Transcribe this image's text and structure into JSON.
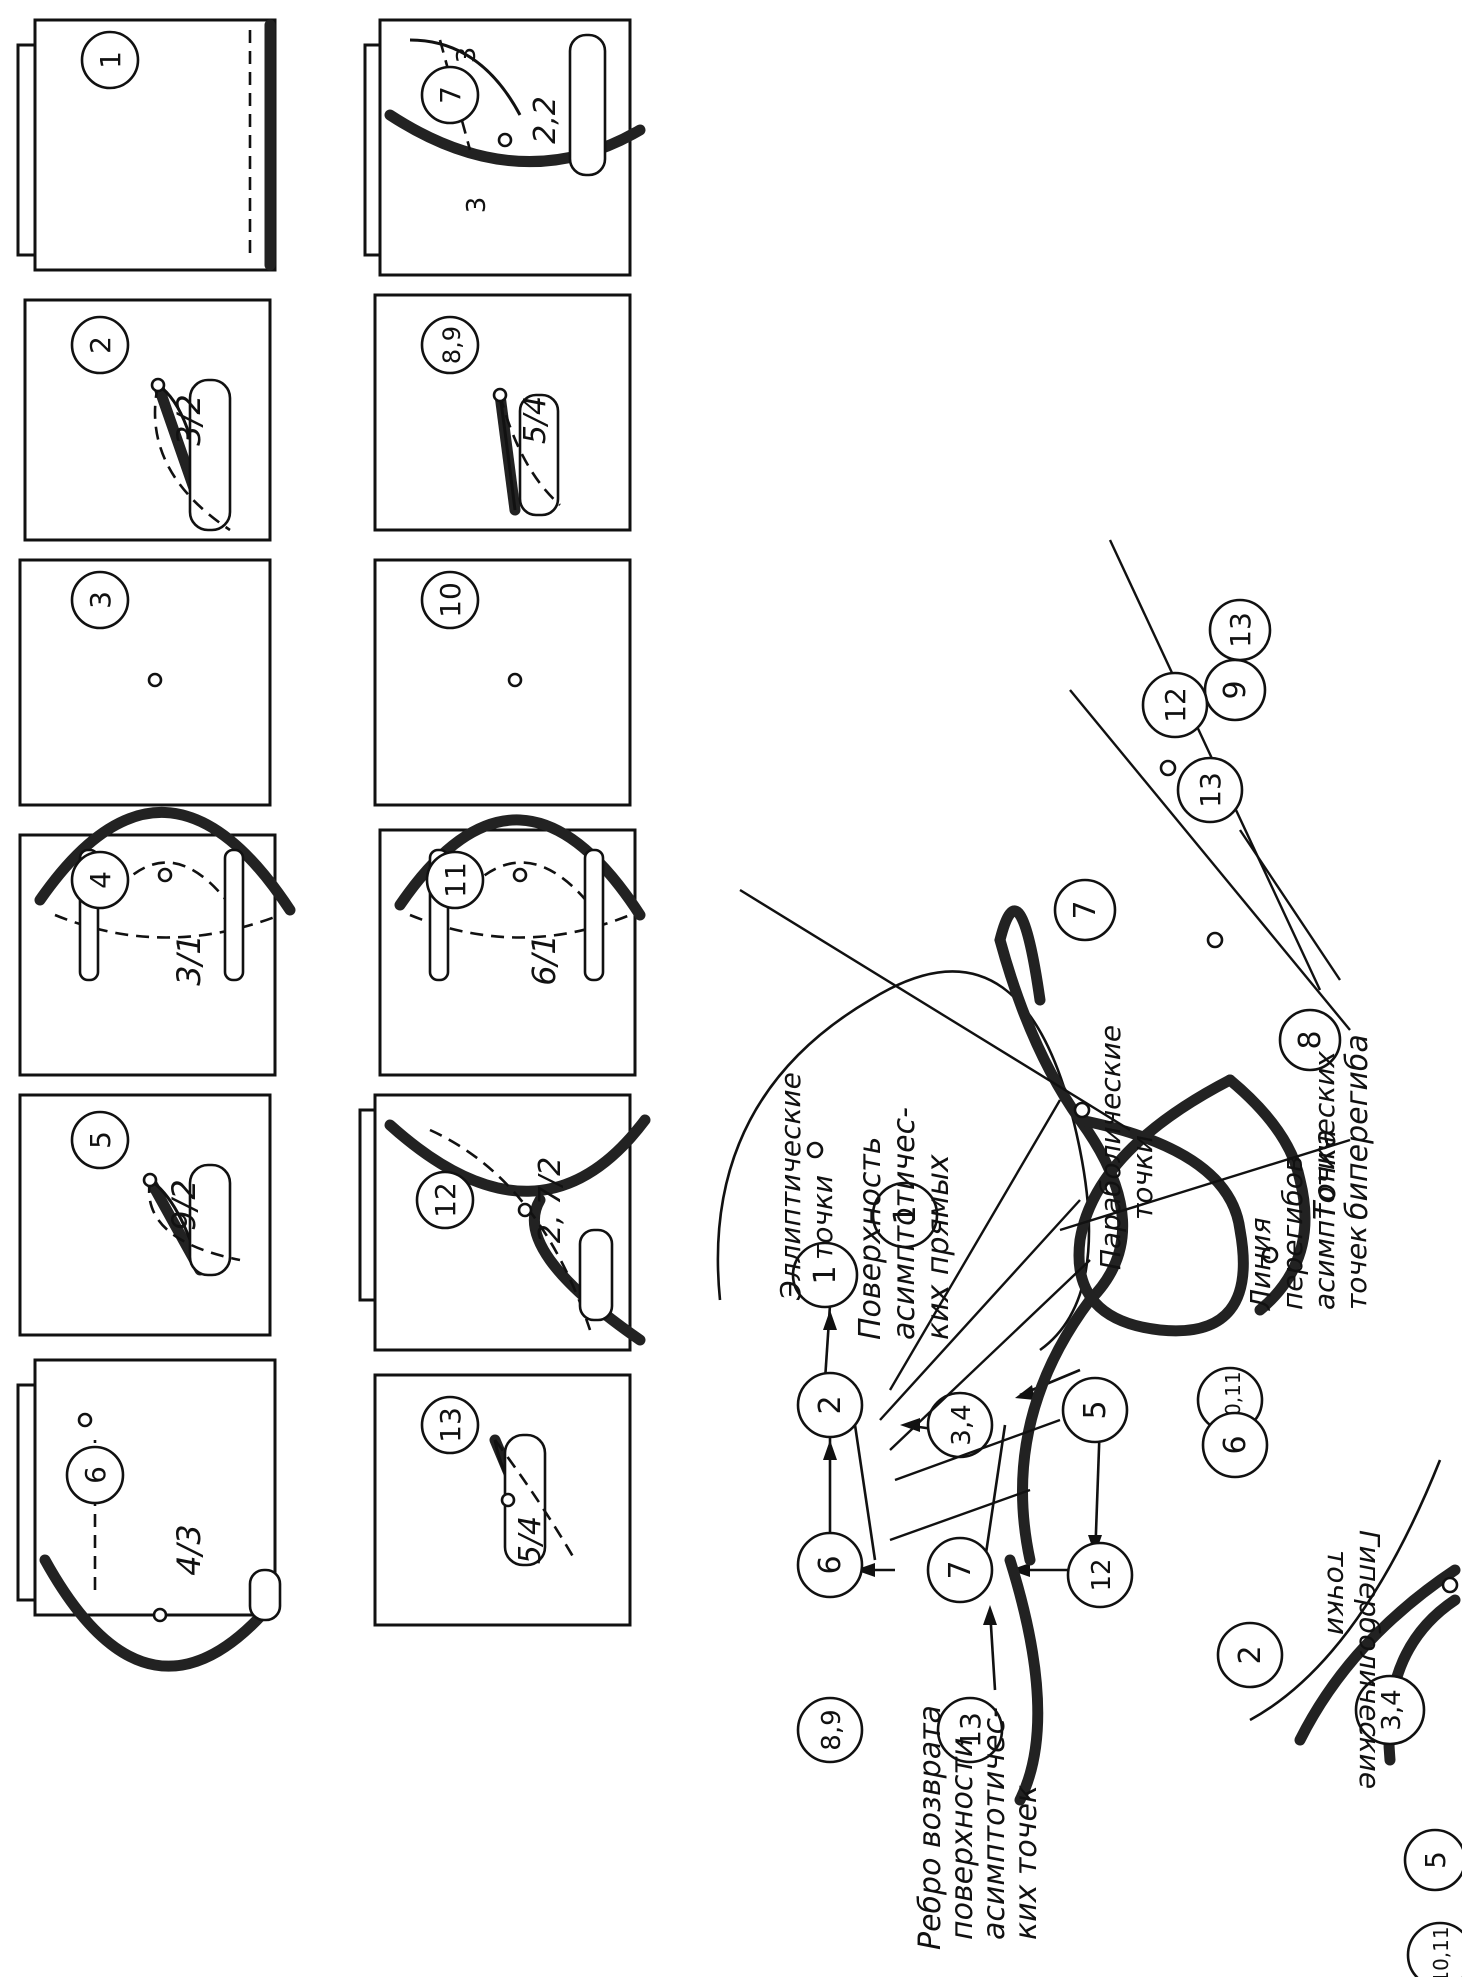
{
  "panels": [
    {
      "number": "1",
      "ratio": ""
    },
    {
      "number": "2",
      "ratio": "3/2"
    },
    {
      "number": "3",
      "ratio": ""
    },
    {
      "number": "4",
      "ratio": "3/1"
    },
    {
      "number": "5",
      "ratio": "9/2"
    },
    {
      "number": "6",
      "ratio": "4/3"
    },
    {
      "number": "7",
      "ratio": "2,2",
      "mark_a": "3",
      "mark_b": "3"
    },
    {
      "number": "8,9",
      "ratio": "5/4"
    },
    {
      "number": "10",
      "ratio": ""
    },
    {
      "number": "11",
      "ratio": "6/1"
    },
    {
      "number": "12",
      "ratio": "2, 7/2"
    },
    {
      "number": "13",
      "ratio": "5/4"
    }
  ],
  "graph": {
    "nodes": [
      "1",
      "2",
      "6",
      "8,9",
      "13",
      "3,4",
      "7",
      "5",
      "12",
      "10,11"
    ]
  },
  "surface": {
    "regions": [
      "1",
      "2",
      "6",
      "3,4",
      "5",
      "10,11",
      "7",
      "8",
      "9",
      "12",
      "13",
      "13"
    ],
    "labels": {
      "cusp_edge": [
        "Ребро возврата",
        "поверхности",
        "асимптотичес-",
        "ких точек"
      ],
      "elliptic": [
        "Эллиптические",
        "точки"
      ],
      "surface_lines": [
        "Поверхность",
        "асимптотичес-",
        "ких прямых"
      ],
      "parabolic": [
        "Параболические",
        "точки"
      ],
      "hyperbolic": [
        "Гиперболические",
        "точки"
      ],
      "flex_line": [
        "Линия",
        "перегибов",
        "асимптотических",
        "точек"
      ],
      "biflex": [
        "Точка",
        "биперегиба"
      ]
    }
  }
}
